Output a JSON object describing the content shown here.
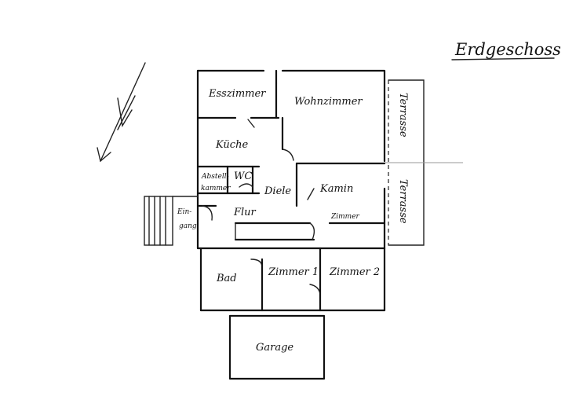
{
  "title": "Erdgeschoss",
  "rooms": {
    "esszimmer": "Esszimmer",
    "wohnzimmer": "Wohnzimmer",
    "terrasse_top": "Terrasse",
    "terrasse_bottom": "Terrasse",
    "kueche": "Küche",
    "abstellkammer_line1": "Abstell-",
    "abstellkammer_line2": "kammer",
    "wc": "WC",
    "diele": "Diele",
    "kaminzimmer_line1": "Kamin",
    "kaminzimmer_line2": "Zimmer",
    "eingang_line1": "Ein-",
    "eingang_line2": "gang",
    "flur": "Flur",
    "bad": "Bad",
    "zimmer1": "Zimmer 1",
    "zimmer2": "Zimmer 2",
    "garage": "Garage"
  },
  "colors": {
    "ink": "#111111",
    "paper": "#ffffff"
  },
  "icons": {
    "north_arrow": "north-arrow-icon"
  }
}
